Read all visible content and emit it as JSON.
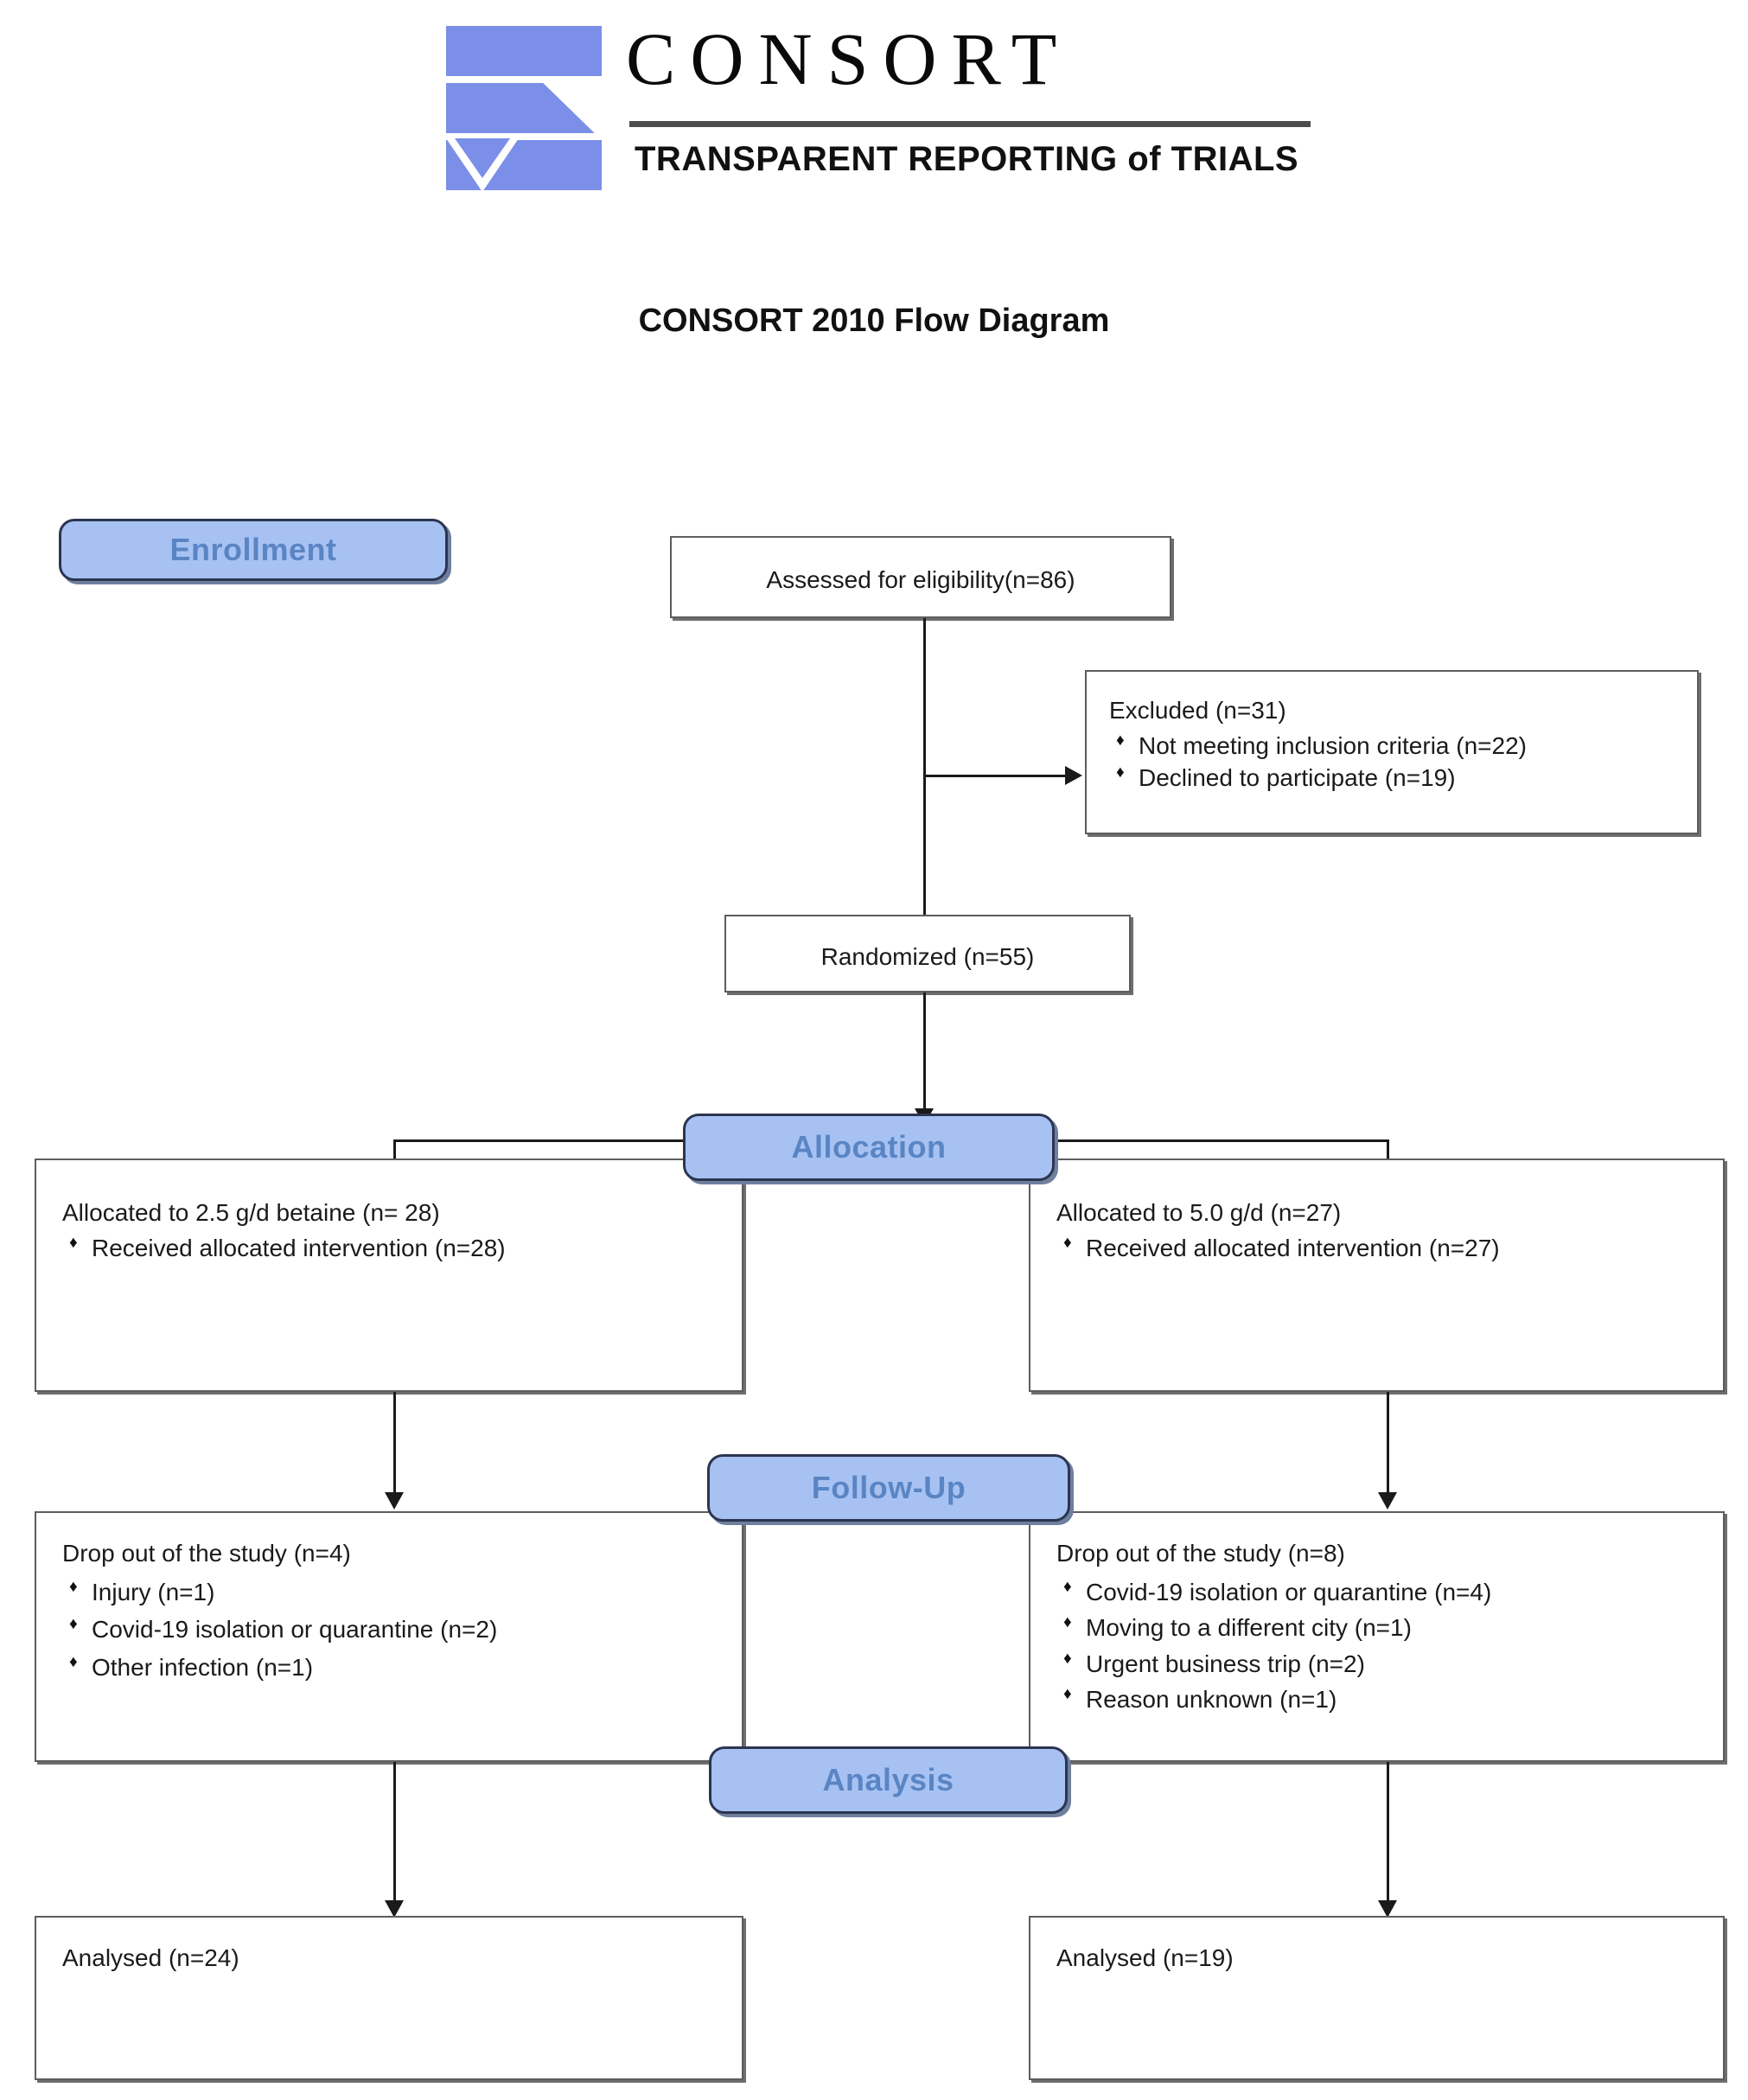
{
  "logo": {
    "wordmark": "CONSORT",
    "tagline": "TRANSPARENT REPORTING of TRIALS",
    "mark_color": "#7b8fe8"
  },
  "title": "CONSORT 2010 Flow Diagram",
  "badges": {
    "enrollment": "Enrollment",
    "allocation": "Allocation",
    "followup": "Follow-Up",
    "analysis": "Analysis",
    "fill_color": "#a7c2f2",
    "text_color": "#5a85c4"
  },
  "boxes": {
    "assessed": {
      "text": "Assessed  for eligibility(n=86)"
    },
    "excluded": {
      "heading": "Excluded  (n=31)",
      "items": [
        "Not meeting inclusion criteria (n=22)",
        "Declined to participate (n=19)"
      ]
    },
    "randomized": {
      "text": "Randomized (n=55)"
    },
    "allocated_left": {
      "heading": "Allocated to 2.5 g/d betaine (n= 28)",
      "items": [
        "Received allocated intervention (n=28)"
      ]
    },
    "allocated_right": {
      "heading": "Allocated to 5.0 g/d (n=27)",
      "items": [
        "Received allocated intervention (n=27)"
      ]
    },
    "followup_left": {
      "heading": "Drop out of the study (n=4)",
      "items": [
        "Injury (n=1)",
        "Covid-19 isolation or quarantine (n=2)",
        "Other infection (n=1)"
      ]
    },
    "followup_right": {
      "heading": "Drop out of the study (n=8)",
      "items": [
        "Covid-19 isolation or quarantine (n=4)",
        "Moving to a different city (n=1)",
        "Urgent business trip (n=2)",
        "Reason unknown (n=1)"
      ]
    },
    "analysed_left": {
      "text": "Analysed  (n=24)"
    },
    "analysed_right": {
      "text": "Analysed  (n=19)"
    }
  }
}
